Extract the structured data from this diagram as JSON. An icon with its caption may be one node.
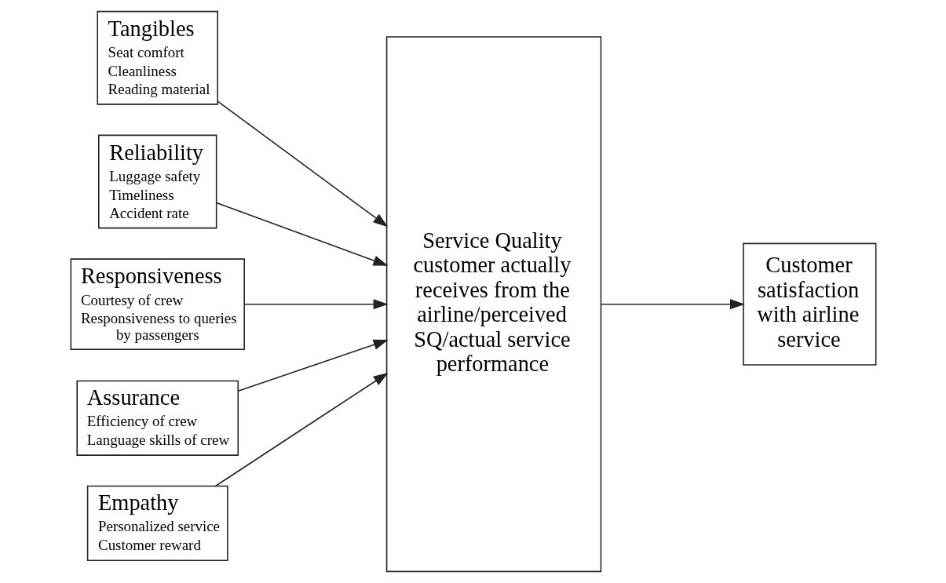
{
  "diagram": {
    "nodes": [
      {
        "text": [
          "Tangibles",
          "Seat comfort",
          "Cleanliness",
          "Reading material"
        ]
      },
      {
        "text": [
          "Reliability",
          "Luggage safety",
          "Timeliness",
          "Accident rate"
        ]
      },
      {
        "text": [
          "Responsiveness",
          "Courtesy of crew",
          "Responsiveness to queries by passengers"
        ]
      },
      {
        "text": [
          "Assurance",
          "Efficiency of crew",
          "Language skills of crew"
        ]
      },
      {
        "text": [
          "Empathy",
          "Personalized service",
          "Customer reward"
        ]
      },
      {
        "text": [
          "Service Quality customer actually receives from the airline/perceived SQ/actual service performance"
        ]
      },
      {
        "text": [
          "Customer satisfaction with airline service"
        ]
      }
    ],
    "edges": [
      {
        "from": 0,
        "to": 5,
        "arrow": "to"
      },
      {
        "from": 1,
        "to": 5,
        "arrow": "to"
      },
      {
        "from": 2,
        "to": 5,
        "arrow": "to"
      },
      {
        "from": 3,
        "to": 5,
        "arrow": "to"
      },
      {
        "from": 4,
        "to": 5,
        "arrow": "to"
      },
      {
        "from": 5,
        "to": 6,
        "arrow": "to"
      }
    ]
  }
}
